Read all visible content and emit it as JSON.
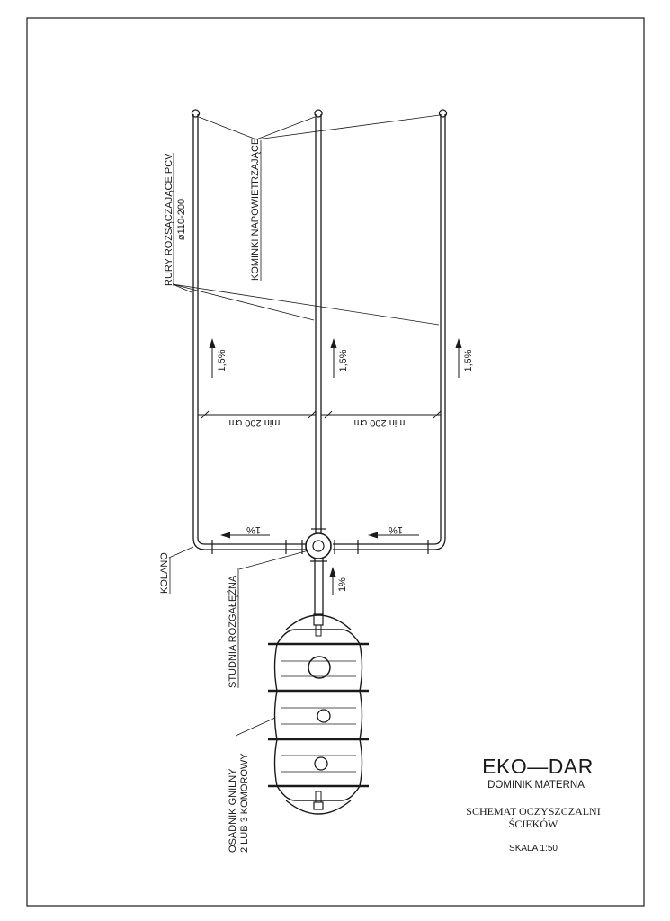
{
  "title_block": {
    "company": "EKO—DAR",
    "person": "DOMINIK MATERNA",
    "scheme_line1": "SCHEMAT OCZYSZCZALNI",
    "scheme_line2": "ŚCIEKÓW",
    "scale": "SKALA 1:50"
  },
  "labels": {
    "pipes_line1": "RURY ROZSĄCZAJĄCE PCV",
    "pipes_line2": "ø110-200",
    "vents": "KOMINKI NAPOWIETRZAJĄCE",
    "elbow": "KOLANO",
    "distribution_well": "STUDNIA ROZGAŁĘŹNA",
    "tank_line1": "OSADNIK GNILNY",
    "tank_line2": "2 LUB 3 KOMOROWY"
  },
  "slopes": {
    "pipe_1": "1,5%",
    "pipe_2": "1,5%",
    "pipe_3": "1,5%",
    "manifold_left": "1%",
    "manifold_right": "1%",
    "inlet": "1%"
  },
  "dimensions": {
    "spacing_1": "min 200 cm",
    "spacing_2": "min 200 cm"
  }
}
